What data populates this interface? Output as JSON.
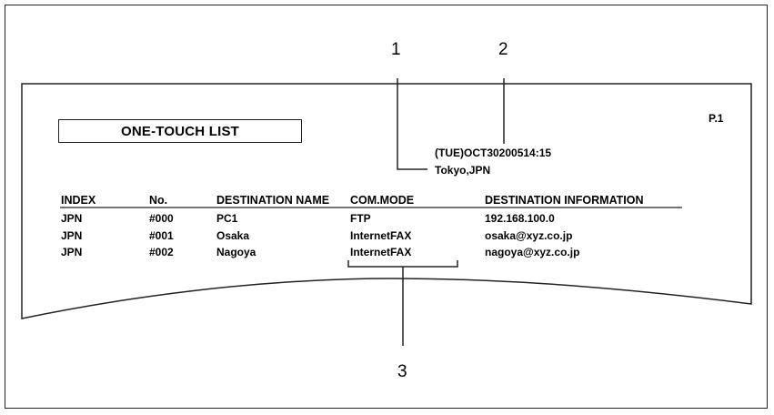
{
  "callouts": {
    "c1": "1",
    "c2": "2",
    "c3": "3"
  },
  "sheet": {
    "page_label": "P.1",
    "title": "ONE-TOUCH LIST",
    "datetime": "(TUE)OCT30200514:15",
    "location": "Tokyo,JPN"
  },
  "table": {
    "headers": [
      "INDEX",
      "No.",
      "DESTINATION NAME",
      "COM.MODE",
      "DESTINATION INFORMATION"
    ],
    "rows": [
      [
        "JPN",
        "#000",
        "PC1",
        "FTP",
        "192.168.100.0"
      ],
      [
        "JPN",
        "#001",
        "Osaka",
        "InternetFAX",
        "osaka@xyz.co.jp"
      ],
      [
        "JPN",
        "#002",
        "Nagoya",
        "InternetFAX",
        "nagoya@xyz.co.jp"
      ]
    ]
  }
}
